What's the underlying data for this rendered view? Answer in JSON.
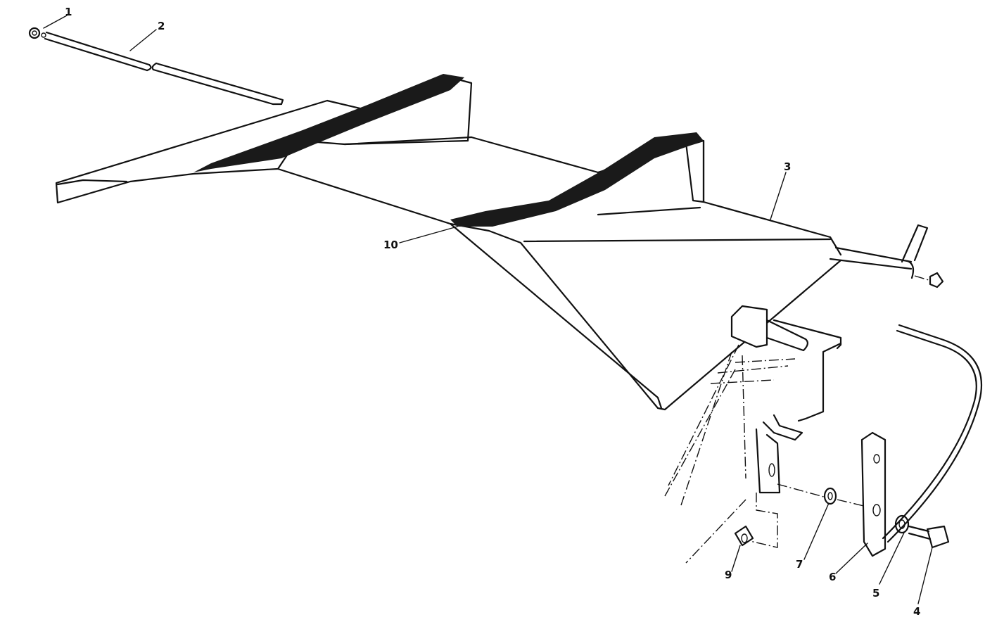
{
  "callouts": [
    {
      "id": "c1",
      "text": "1"
    },
    {
      "id": "c2",
      "text": "2"
    },
    {
      "id": "c3",
      "text": "3"
    },
    {
      "id": "c4",
      "text": "4"
    },
    {
      "id": "c5",
      "text": "5"
    },
    {
      "id": "c6",
      "text": "6"
    },
    {
      "id": "c7",
      "text": "7"
    },
    {
      "id": "c9",
      "text": "9"
    },
    {
      "id": "c10",
      "text": "10"
    }
  ],
  "colors": {
    "ink": "#111111",
    "paper": "#ffffff"
  }
}
